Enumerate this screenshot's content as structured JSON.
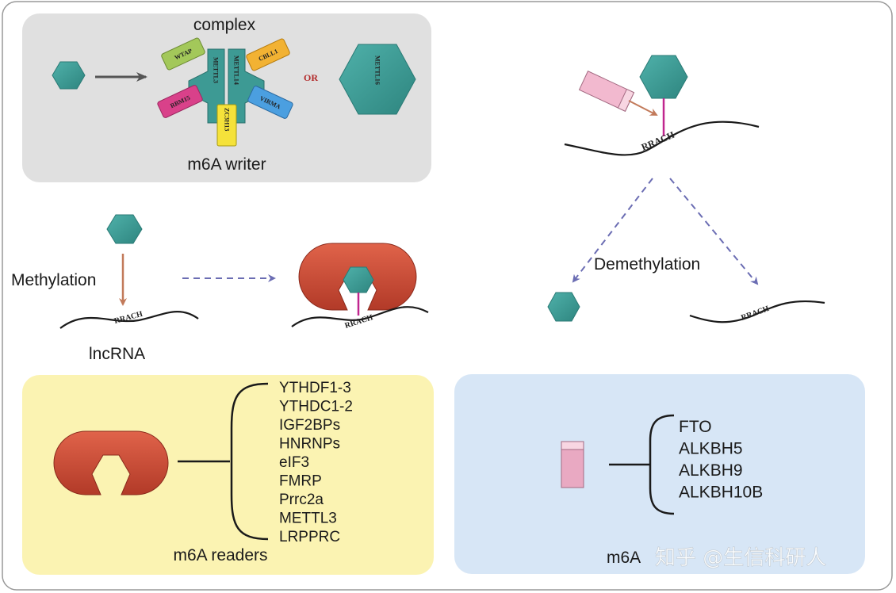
{
  "writer": {
    "title": "complex",
    "caption": "m6A writer",
    "or": "OR",
    "proteins": {
      "wtap": "WTAP",
      "cbll1": "CBLL1",
      "rbm15": "RBM15",
      "virma": "VIRMA",
      "mettl3": "METTL3",
      "mettl14": "METTL14",
      "zc3h13": "ZC3H13",
      "mettl16": "METTL16"
    }
  },
  "methylation": {
    "label": "Methylation",
    "rna_label": "lncRNA",
    "motif": "RRACH"
  },
  "demethylation": {
    "label": "Demethylation",
    "motif": "RRACH"
  },
  "readers": {
    "caption": "m6A readers",
    "items": [
      "YTHDF1-3",
      "YTHDC1-2",
      "IGF2BPs",
      "HNRNPs",
      "eIF3",
      "FMRP",
      "Prrc2a",
      "METTL3",
      "LRPPRC"
    ]
  },
  "erasers": {
    "caption": "m6A",
    "items": [
      "FTO",
      "ALKBH5",
      "ALKBH9",
      "ALKBH10B"
    ]
  },
  "watermark": "知乎 @生信科研人",
  "colors": {
    "hexagon": "#3d9a94",
    "reader": "#c84a35",
    "eraser": "#e6a5c0",
    "writer_bg": "#e0e0e0",
    "readers_bg": "#fbf3b2",
    "erasers_bg": "#d7e6f6",
    "arrow_dashed": "#6b6db3",
    "arrow_brown": "#c27a5a"
  }
}
